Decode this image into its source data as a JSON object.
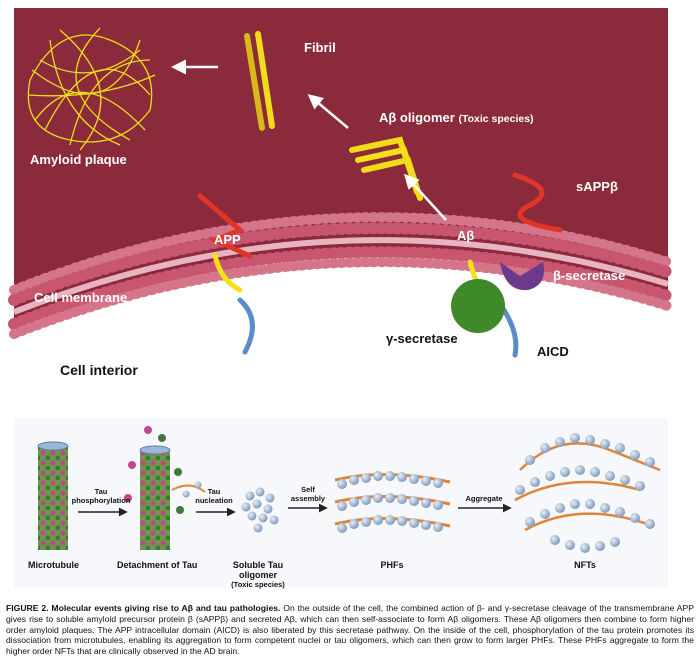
{
  "top_panel": {
    "labels": {
      "fibril": "Fibril",
      "amyloid_plaque": "Amyloid plaque",
      "oligomer": "Aβ oligomer",
      "oligomer_note": "(Toxic species)",
      "sappb": "sAPPβ",
      "app": "APP",
      "ab": "Aβ",
      "b_secretase": "β-secretase",
      "cell_membrane": "Cell membrane",
      "g_secretase": "γ-secretase",
      "aicd": "AICD",
      "cell_interior": "Cell interior"
    }
  },
  "bottom_panel": {
    "labels": {
      "microtubule": "Microtubule",
      "tau_phos_1": "Tau",
      "tau_phos_2": "phosphorylation",
      "detachment": "Detachment of Tau",
      "tau_nuc_1": "Tau",
      "tau_nuc_2": "nucleation",
      "soluble_1": "Soluble Tau",
      "soluble_2": "oligomer",
      "soluble_3": "(Toxic species)",
      "self_1": "Self",
      "self_2": "assembly",
      "phfs": "PHFs",
      "aggregate": "Aggregate",
      "nfts": "NFTs"
    }
  },
  "colors": {
    "extracellular": "#8a2a3a",
    "membrane": "#c8566e",
    "app_red": "#e3342a",
    "app_yellow": "#f5e01a",
    "app_blue": "#5b8cc8",
    "g_secretase": "#3e8a2a",
    "b_secretase": "#6b3a8a"
  },
  "caption": {
    "figure_label": "FIGURE 2.",
    "title": "Molecular events giving rise to Aβ and tau pathologies.",
    "text": "On the outside of the cell, the combined action of β- and γ-secretase cleavage of the transmembrane APP gives rise to soluble amyloid precursor protein β (sAPPβ) and secreted Aβ, which can then self-associate to form Aβ oligomers. These Aβ oligomers then combine to form higher order amyloid plaques. The APP intracellular domain (AICD) is also liberated by this secretase pathway. On the inside of the cell, phosphorylation of the tau protein promotes its dissociation from microtubules, enabling its aggregation to form competent nuclei or tau oligomers, which can then grow to form larger PHFs. These PHFs aggregate to form the higher order NFTs that are clinically observed in the AD brain."
  }
}
